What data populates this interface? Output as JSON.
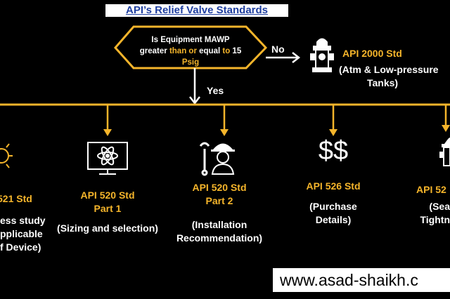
{
  "title": "API’s Relief Valve Standards",
  "decision": {
    "line1_a": "Is Equipment ",
    "line1_b": "MAWP",
    "line2_a": "greater ",
    "line2_b": "than or",
    "line2_c": " equal ",
    "line2_d": "to",
    "line2_e": " 15",
    "line3": "Psig"
  },
  "no_label": "No",
  "yes_label": "Yes",
  "no_branch": {
    "std": "API 2000 Std",
    "desc": [
      "(Atm & Low-pressure",
      "Tanks)"
    ]
  },
  "branches": [
    {
      "std": [
        "521 Std"
      ],
      "desc": [
        "ess study",
        "pplicable",
        "f Device)"
      ]
    },
    {
      "std": [
        "API 520 Std",
        "Part 1"
      ],
      "desc": [
        "(Sizing and selection)"
      ]
    },
    {
      "std": [
        "API 520 Std",
        "Part 2"
      ],
      "desc": [
        "(Installation",
        "Recommendation)"
      ]
    },
    {
      "std": [
        "API 526 Std"
      ],
      "desc": [
        "(Purchase",
        "Details)"
      ]
    },
    {
      "std": [
        "API 52"
      ],
      "desc": [
        "(Sea",
        "Tightn"
      ]
    }
  ],
  "icon_text": "$$",
  "website": "www.asad-shaikh.c",
  "colors": {
    "accent": "#f5b52b",
    "background": "#000000",
    "text": "#ffffff",
    "title": "#1f3fa0"
  }
}
